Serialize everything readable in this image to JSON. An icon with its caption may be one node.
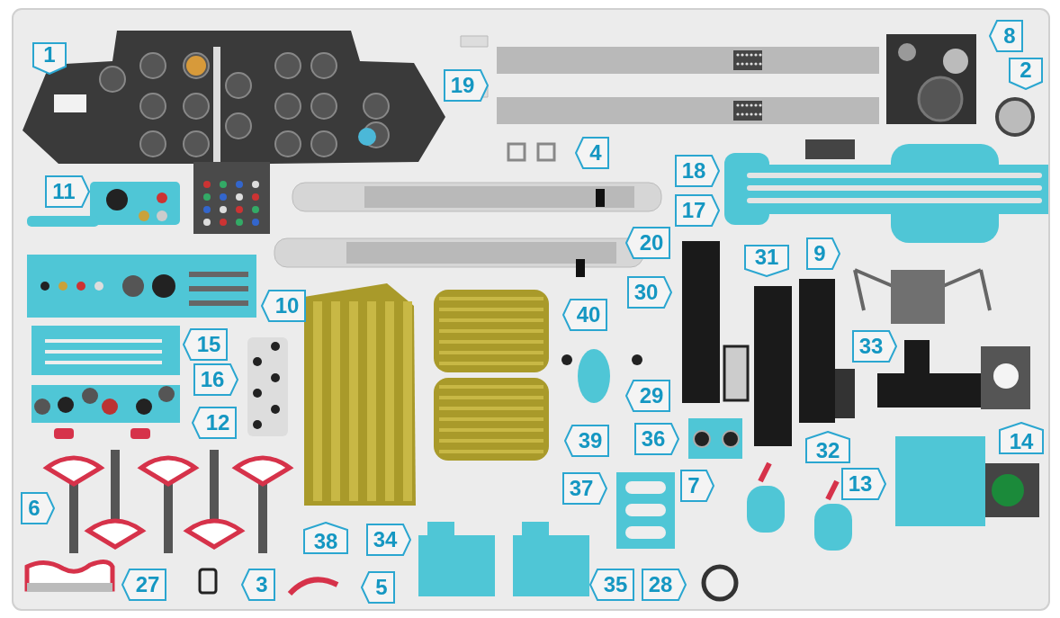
{
  "diagram": {
    "labels": [
      "1",
      "8",
      "2",
      "19",
      "4",
      "11",
      "18",
      "17",
      "20",
      "30",
      "31",
      "9",
      "10",
      "40",
      "15",
      "33",
      "16",
      "29",
      "12",
      "39",
      "36",
      "32",
      "14",
      "37",
      "7",
      "13",
      "6",
      "38",
      "34",
      "27",
      "3",
      "5",
      "35",
      "28"
    ]
  }
}
